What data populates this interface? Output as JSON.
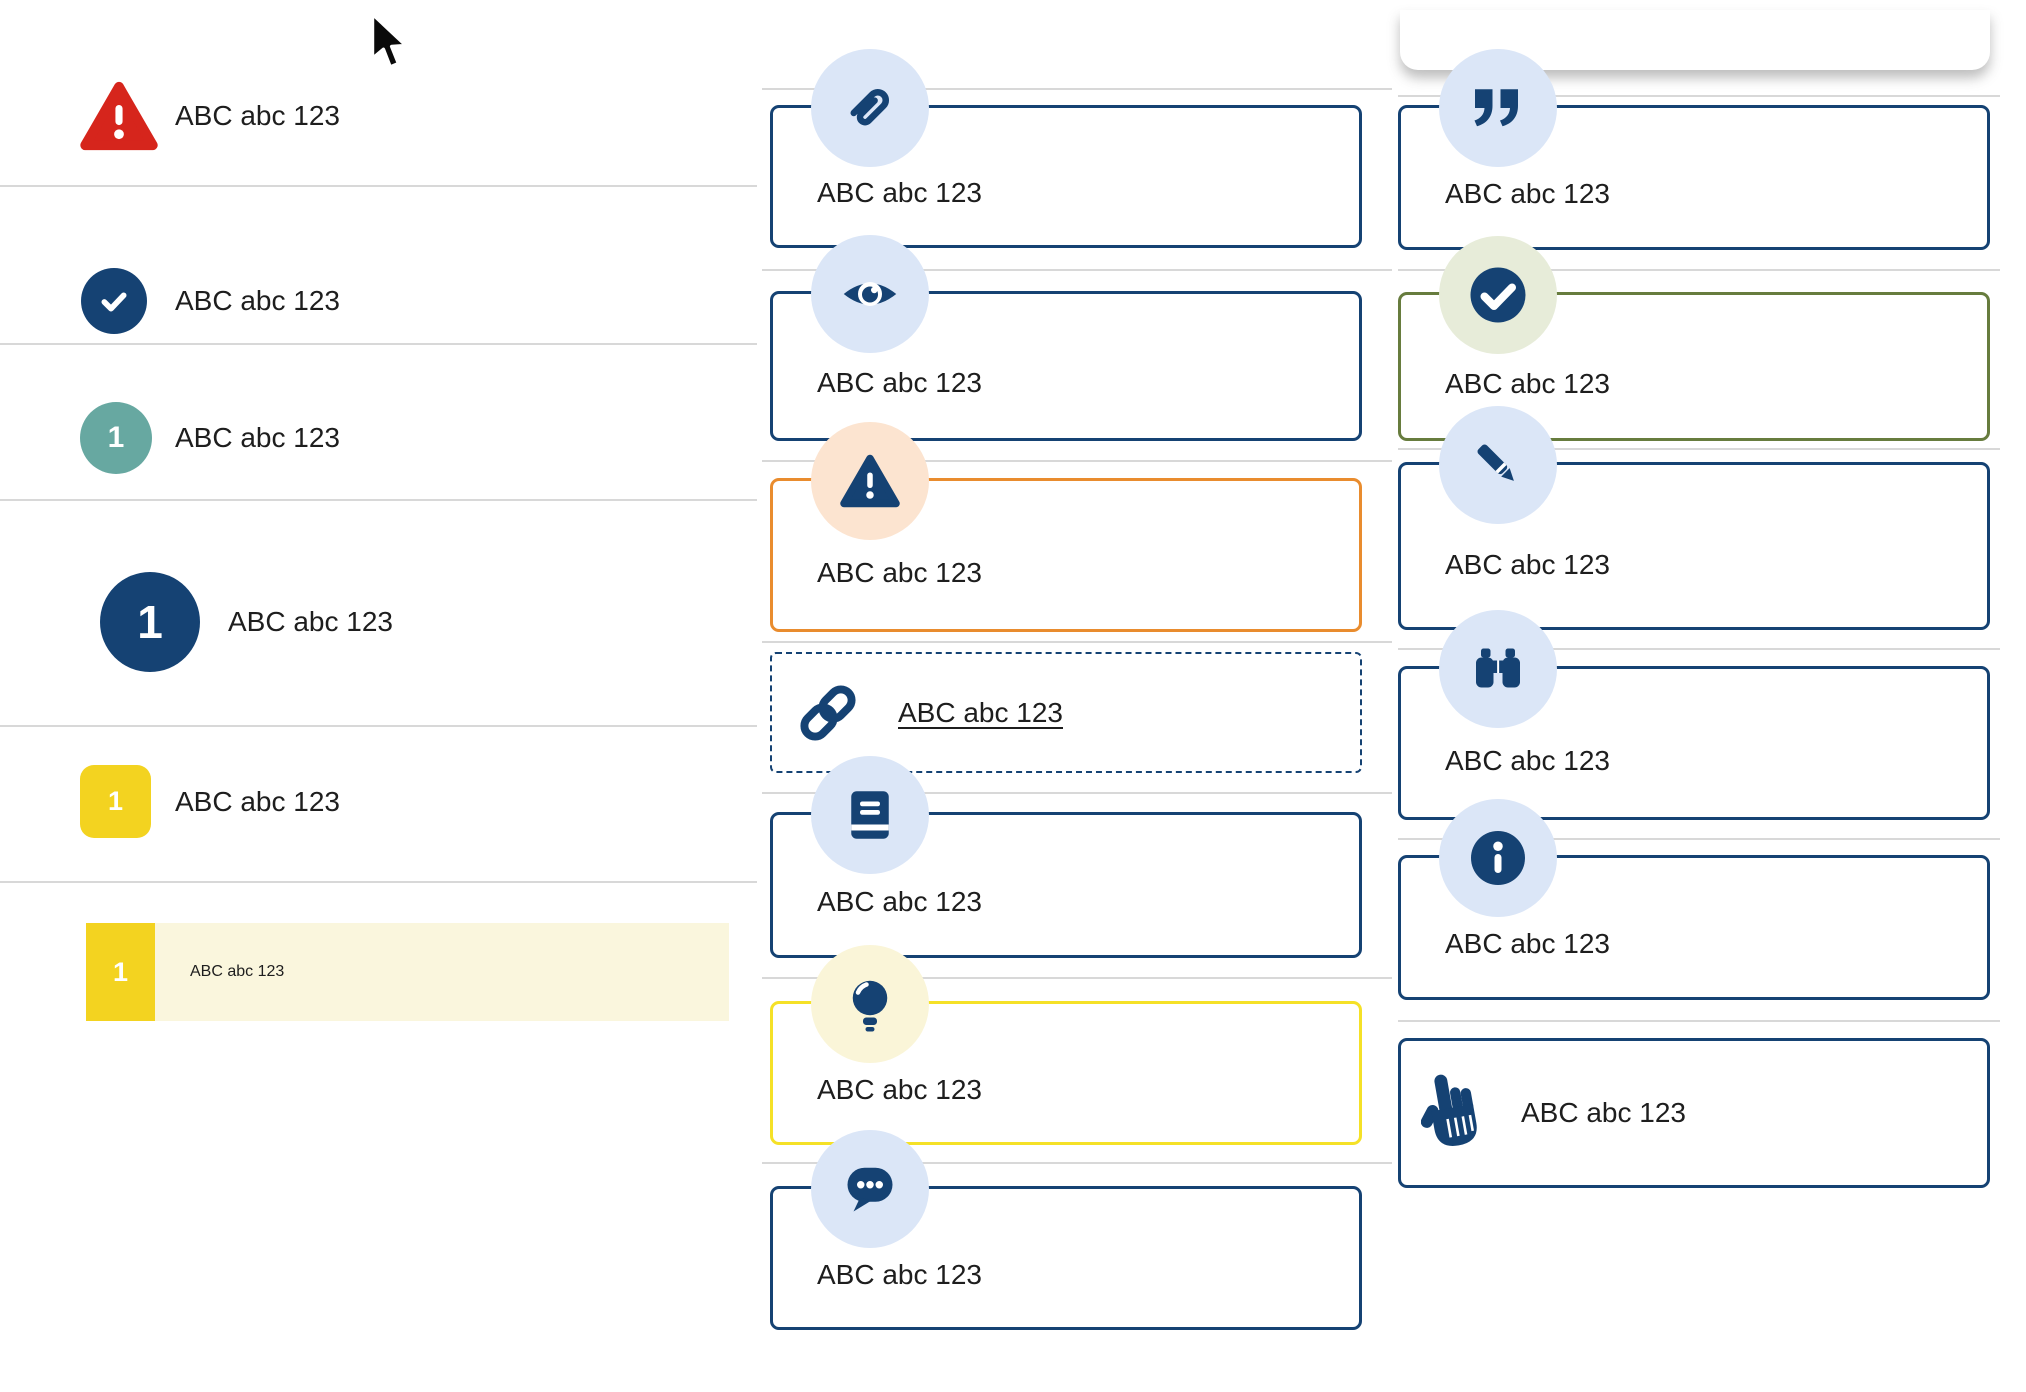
{
  "colors": {
    "navy": "#154273",
    "lightblue": "#dbe6f7",
    "red": "#d6251c",
    "teal": "#67a8a1",
    "yellow": "#f3d320",
    "paleyellow": "#faf6dd",
    "orange": "#e98c2e",
    "peach": "#fce4d0",
    "olive": "#677c3e",
    "palegreen": "#e7ecd9",
    "bulbyellow": "#f5e127",
    "palebulb": "#faf5d8",
    "divider": "#d8d8d8",
    "text": "#1e1e1e"
  },
  "left_list": {
    "items": [
      {
        "icon": "alert-triangle-icon",
        "label": "ABC abc 123"
      },
      {
        "icon": "check-circle-icon",
        "label": "ABC abc 123"
      },
      {
        "icon": "teal-number-badge",
        "badge": "1",
        "label": "ABC abc 123"
      },
      {
        "icon": "navy-number-badge-large",
        "badge": "1",
        "label": "ABC abc 123"
      },
      {
        "icon": "yellow-number-badge",
        "badge": "1",
        "label": "ABC abc 123"
      },
      {
        "icon": "yellow-number-badge",
        "badge": "1",
        "label": "ABC abc 123",
        "highlighted": true
      }
    ]
  },
  "middle_column": {
    "boxes": [
      {
        "icon": "paperclip-icon",
        "label": "ABC abc 123",
        "style": "navy"
      },
      {
        "icon": "eye-icon",
        "label": "ABC abc 123",
        "style": "navy"
      },
      {
        "icon": "warning-icon",
        "label": "ABC abc 123",
        "style": "orange"
      },
      {
        "icon": "link-icon",
        "label": "ABC abc 123",
        "style": "dashed-link"
      },
      {
        "icon": "book-icon",
        "label": "ABC abc 123",
        "style": "navy"
      },
      {
        "icon": "lightbulb-icon",
        "label": "ABC abc 123",
        "style": "yellow"
      },
      {
        "icon": "chat-icon",
        "label": "ABC abc 123",
        "style": "navy"
      }
    ]
  },
  "right_column": {
    "boxes": [
      {
        "icon": "quote-icon",
        "label": "ABC abc 123",
        "style": "navy"
      },
      {
        "icon": "check-circle-icon",
        "label": "ABC abc 123",
        "style": "green"
      },
      {
        "icon": "pencil-icon",
        "label": "ABC abc 123",
        "style": "navy"
      },
      {
        "icon": "binoculars-icon",
        "label": "ABC abc 123",
        "style": "navy"
      },
      {
        "icon": "info-icon",
        "label": "ABC abc 123",
        "style": "navy"
      },
      {
        "icon": "pointing-hand-icon",
        "label": "ABC abc 123",
        "style": "navy-inline"
      }
    ]
  }
}
